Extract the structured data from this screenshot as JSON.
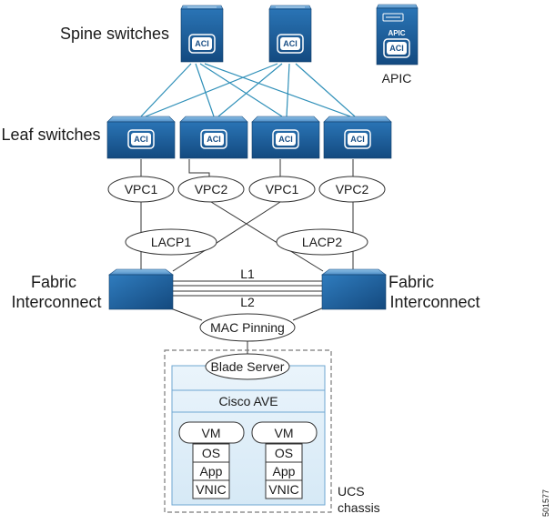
{
  "labels": {
    "spine_switches": "Spine switches",
    "leaf_switches": "Leaf switches",
    "apic": "APIC",
    "fabric_interconnect_line1": "Fabric",
    "fabric_interconnect_line2": "Interconnect",
    "link_l1": "L1",
    "link_l2": "L2",
    "mac_pinning": "MAC Pinning",
    "blade_server": "Blade Server",
    "cisco_ave": "Cisco AVE",
    "ucs_chassis_line1": "UCS",
    "ucs_chassis_line2": "chassis",
    "figure_id": "501577"
  },
  "icon_text": {
    "aci": "ACI",
    "apic": "APIC"
  },
  "vpcs": [
    "VPC1",
    "VPC2",
    "VPC1",
    "VPC2"
  ],
  "lacps": [
    "LACP1",
    "LACP2"
  ],
  "vms": [
    {
      "name": "VM",
      "layers": [
        "OS",
        "App",
        "VNIC"
      ]
    },
    {
      "name": "VM",
      "layers": [
        "OS",
        "App",
        "VNIC"
      ]
    }
  ],
  "colors": {
    "switch_top": "#4f8fc9",
    "switch_front": "#1b5d9a",
    "fabric_link": "#2e8fb8",
    "chassis_fill": "#e6f1fa",
    "chassis_border": "#6fa7d2"
  }
}
